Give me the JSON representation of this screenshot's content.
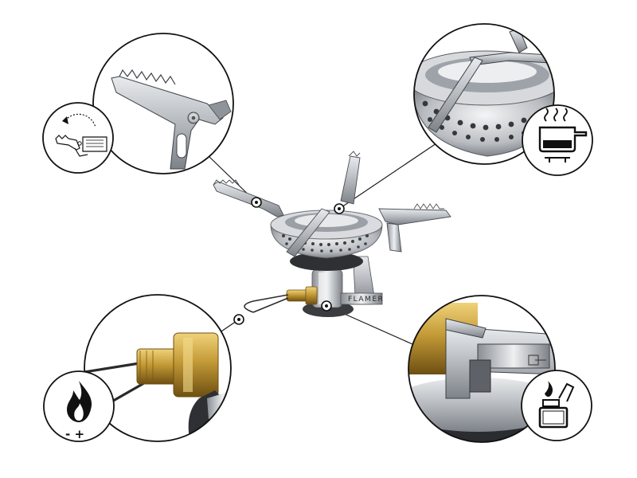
{
  "product": {
    "brand_engraving": "FLAMER"
  },
  "callouts": [
    {
      "id": "pot-support-arm",
      "icon": "arm-fold-icon"
    },
    {
      "id": "burner-head",
      "icon": "cooking-pot-icon"
    },
    {
      "id": "flame-regulator",
      "icon": "flame-adjust-icon",
      "label": "- +"
    },
    {
      "id": "piezo-igniter",
      "icon": "lighter-icon"
    }
  ],
  "colors": {
    "outline": "#111111",
    "steel": "#c9ccd0",
    "steel_dark": "#6c7076",
    "brass": "#b8902e",
    "brass_dark": "#7a5a15"
  }
}
